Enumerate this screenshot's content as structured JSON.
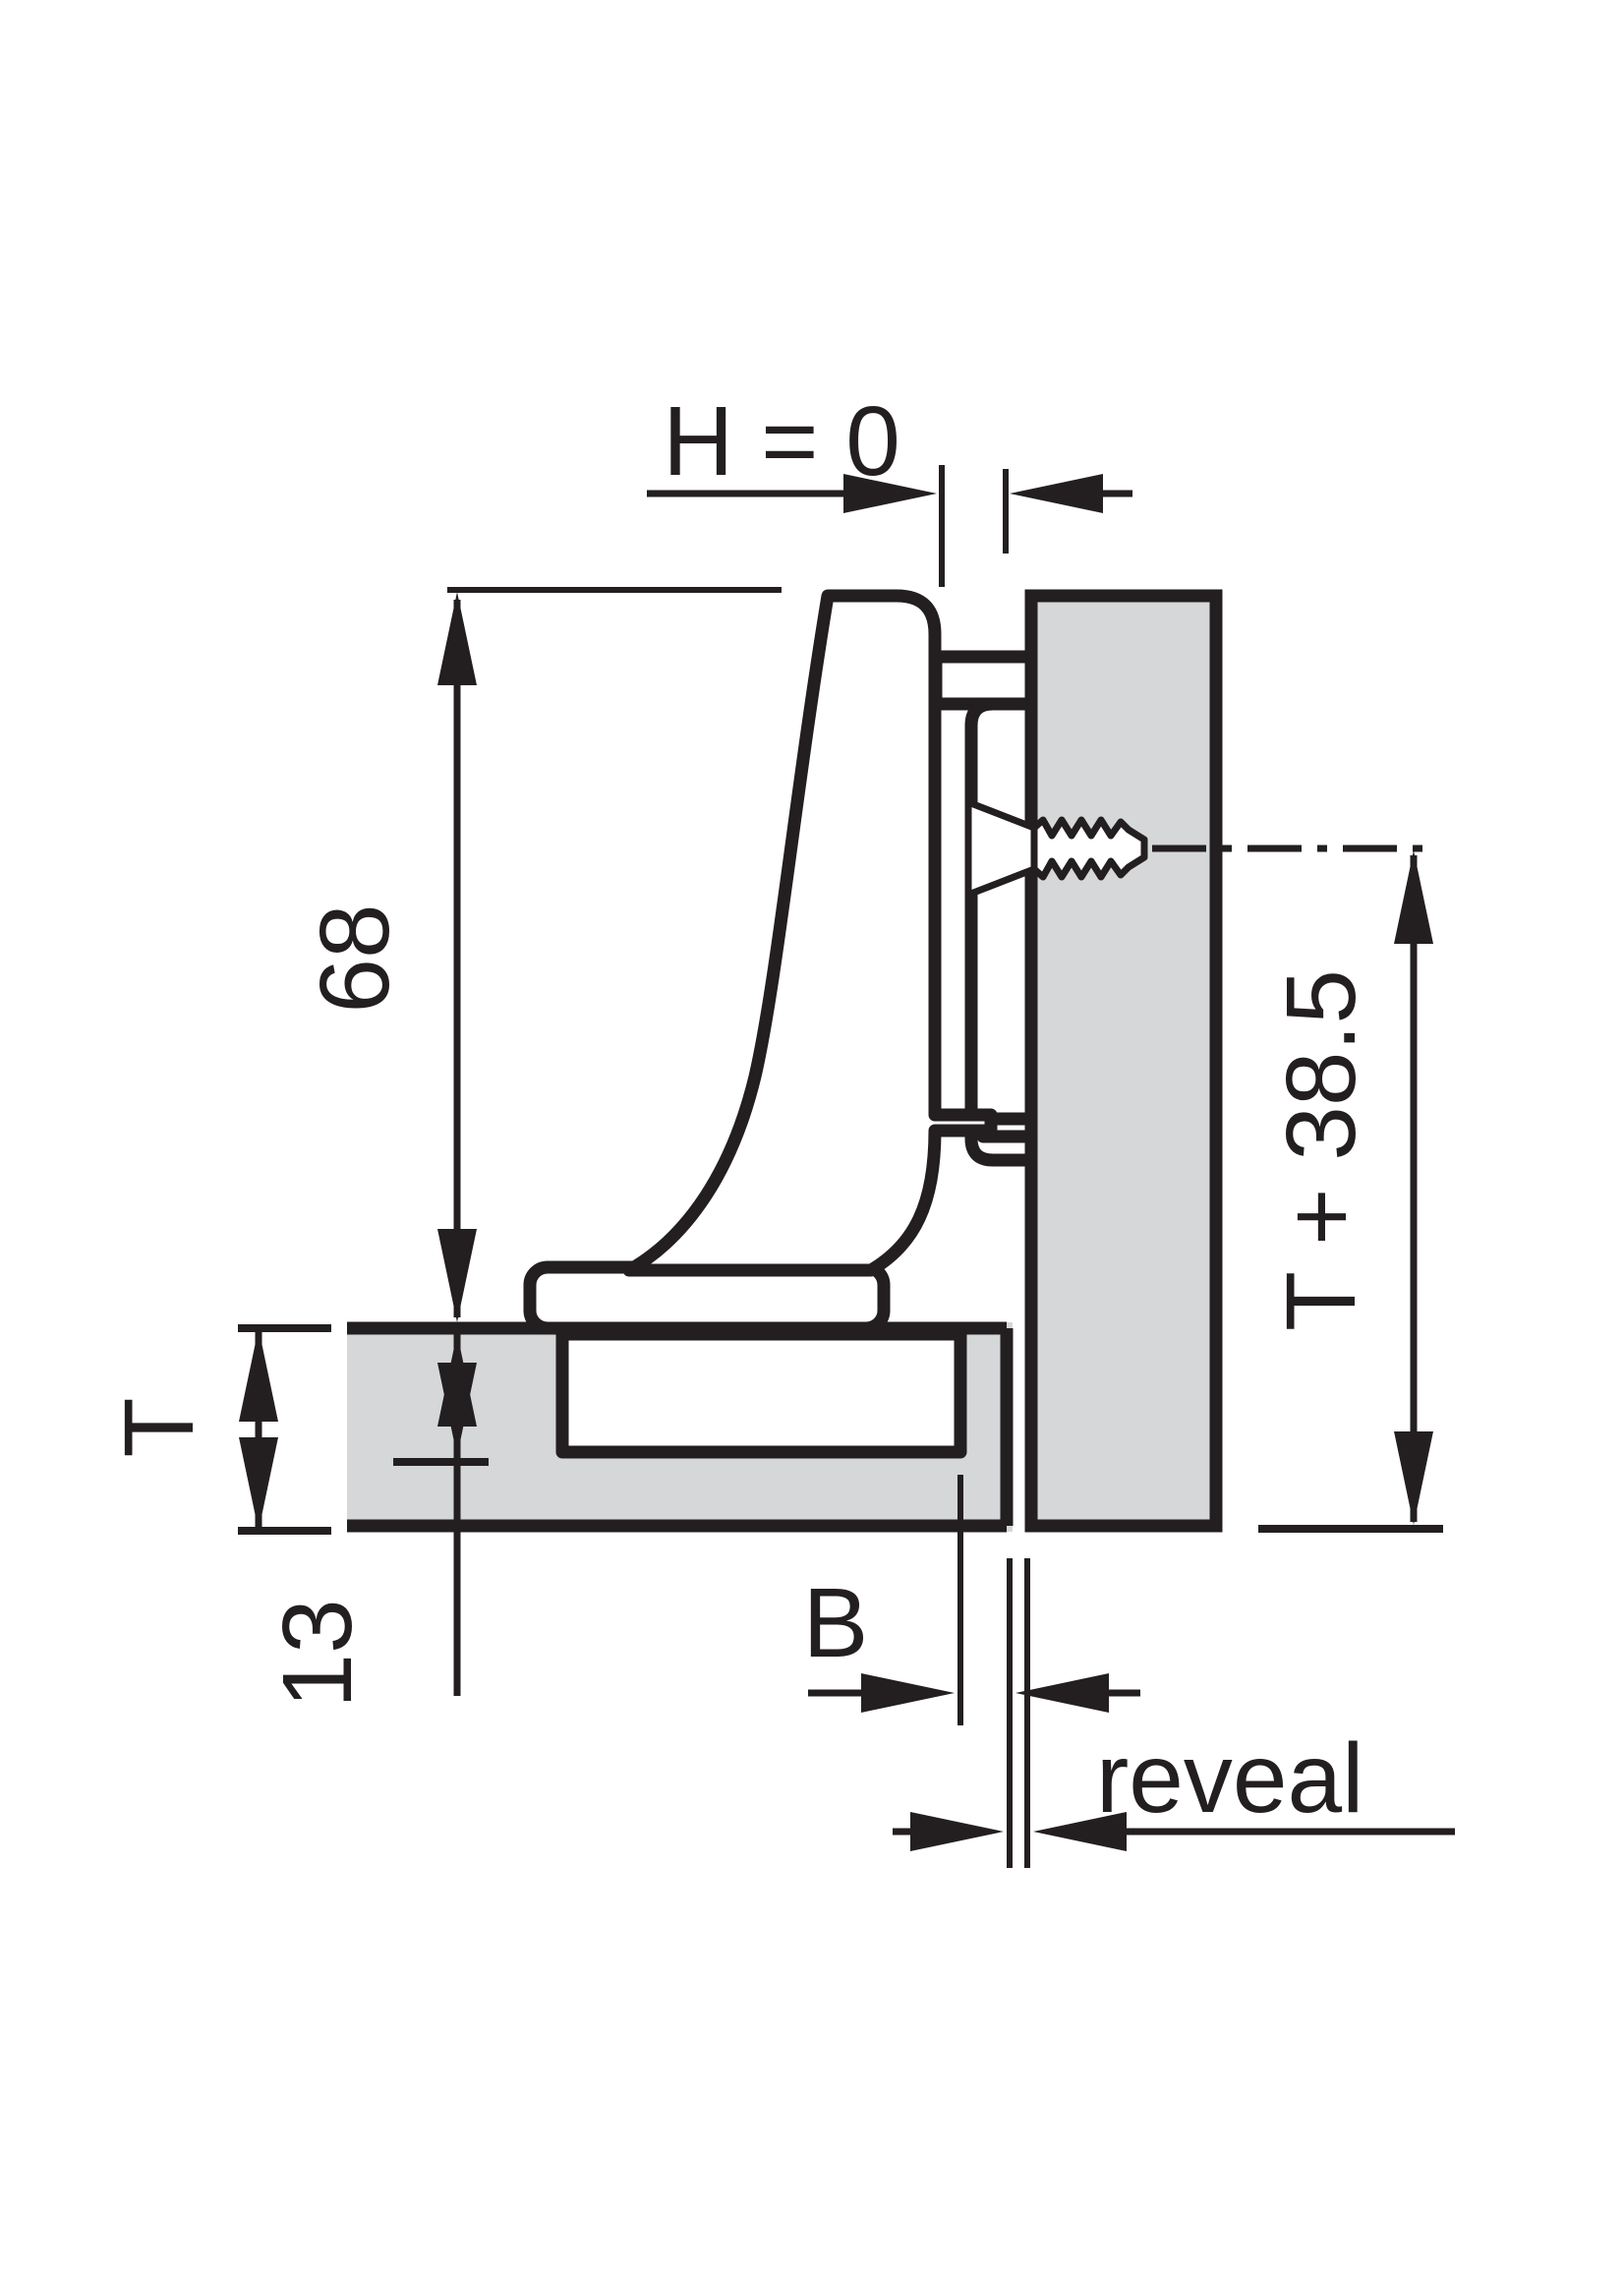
{
  "diagram": {
    "labels": {
      "overlay": "H = 0",
      "arm_height": "68",
      "cup_depth": "13",
      "door_thickness": "T",
      "drilling_distance": "B",
      "reveal": "reveal",
      "plate_line_distance": "T + 38.5"
    }
  },
  "colors": {
    "line": "#231f20",
    "panel_fill": "#d5d7d9",
    "background": "#ffffff"
  }
}
